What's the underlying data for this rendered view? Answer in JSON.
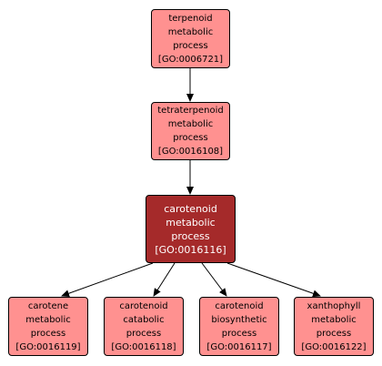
{
  "colors": {
    "node_fill": "#ff9190",
    "highlight_fill": "#a52a2a",
    "edge": "#000000"
  },
  "nodes": [
    {
      "key": "n6721",
      "lines": [
        "terpenoid",
        "metabolic",
        "process",
        "[GO:0006721]"
      ]
    },
    {
      "key": "n16108",
      "lines": [
        "tetraterpenoid",
        "metabolic",
        "process",
        "[GO:0016108]"
      ]
    },
    {
      "key": "n16116",
      "lines": [
        "carotenoid",
        "metabolic",
        "process",
        "[GO:0016116]"
      ]
    },
    {
      "key": "n16119",
      "lines": [
        "carotene",
        "metabolic",
        "process",
        "[GO:0016119]"
      ]
    },
    {
      "key": "n16118",
      "lines": [
        "carotenoid",
        "catabolic",
        "process",
        "[GO:0016118]"
      ]
    },
    {
      "key": "n16117",
      "lines": [
        "carotenoid",
        "biosynthetic",
        "process",
        "[GO:0016117]"
      ]
    },
    {
      "key": "n16122",
      "lines": [
        "xanthophyll",
        "metabolic",
        "process",
        "[GO:0016122]"
      ]
    }
  ],
  "edges": [
    {
      "from": "n6721",
      "to": "n16108"
    },
    {
      "from": "n16108",
      "to": "n16116"
    },
    {
      "from": "n16116",
      "to": "n16119"
    },
    {
      "from": "n16116",
      "to": "n16118"
    },
    {
      "from": "n16116",
      "to": "n16117"
    },
    {
      "from": "n16116",
      "to": "n16122"
    }
  ]
}
